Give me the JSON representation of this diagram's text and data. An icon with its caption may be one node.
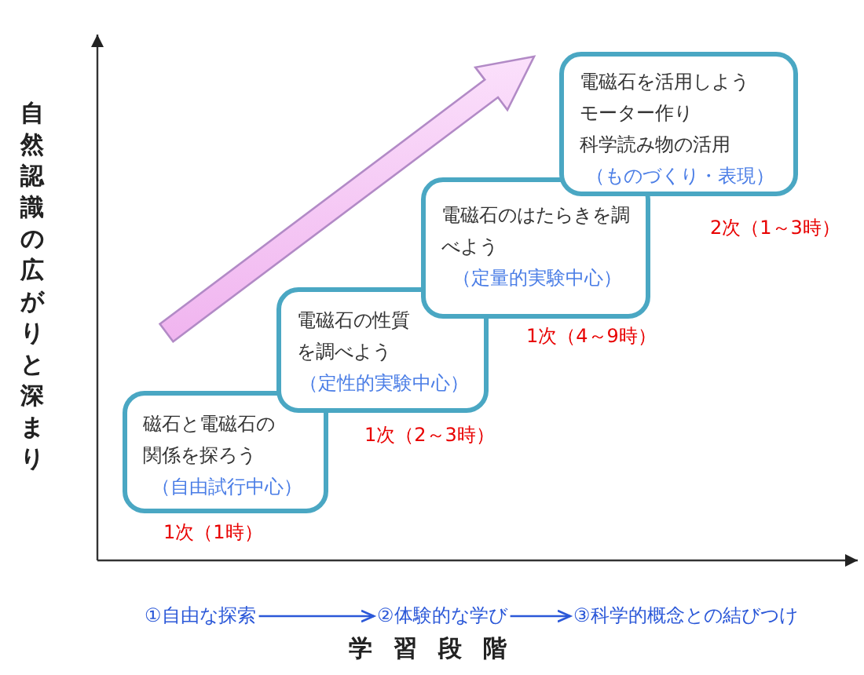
{
  "diagram": {
    "nodes": [
      {
        "text": [
          "磁石と電磁石の関係を探ろう",
          "（自由試行中心）"
        ],
        "beside": [
          "1次（1時）"
        ]
      },
      {
        "text": [
          "電磁石の性質を調べよう",
          "（定性的実験中心）"
        ],
        "beside": [
          "1次（2～3時）"
        ]
      },
      {
        "text": [
          "電磁石のはたらきを調べよう",
          "（定量的実験中心）"
        ],
        "beside": [
          "1次（4～9時）"
        ]
      },
      {
        "text": [
          "電磁石を活用しよう",
          "モーター作り",
          "科学読み物の活用",
          "（ものづくり・表現）"
        ],
        "beside": [
          "2次（1～3時）"
        ]
      },
      {
        "text": [
          "①自由な探索"
        ]
      },
      {
        "text": [
          "②体験的な学び"
        ]
      },
      {
        "text": [
          "③科学的概念との結びつけ"
        ]
      }
    ],
    "edges": [
      {
        "from": 4,
        "to": 5,
        "arrow": "to"
      },
      {
        "from": 5,
        "to": 6,
        "arrow": "to"
      }
    ],
    "labels": [
      "自然認識の広がりと深まり",
      "学習段階"
    ]
  }
}
